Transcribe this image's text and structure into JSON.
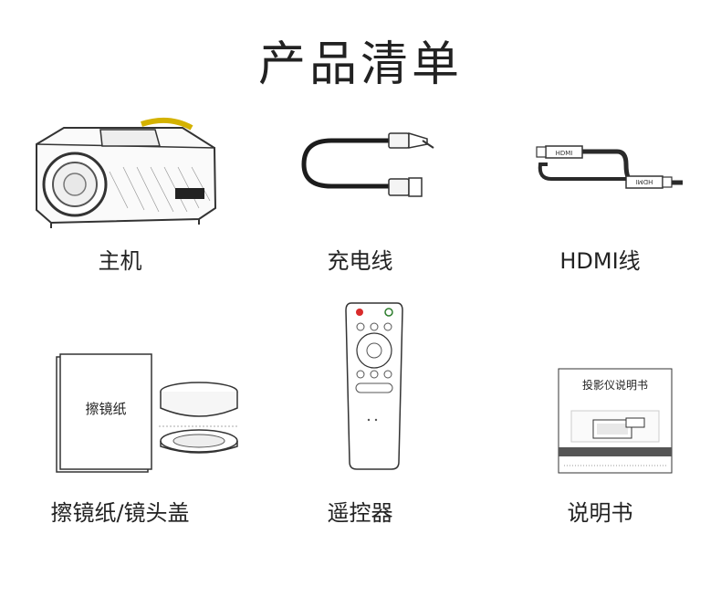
{
  "title": "产品清单",
  "items": [
    {
      "label": "主机",
      "icon": "projector-icon"
    },
    {
      "label": "充电线",
      "icon": "power-cable-icon"
    },
    {
      "label": "HDMI线",
      "icon": "hdmi-cable-icon",
      "cable_text": "HDMI"
    },
    {
      "label": "擦镜纸/镜头盖",
      "icon": "lens-cloth-and-cap-icon",
      "paper_text": "擦镜纸"
    },
    {
      "label": "遥控器",
      "icon": "remote-control-icon"
    },
    {
      "label": "说明书",
      "icon": "manual-icon",
      "manual_title": "投影仪说明书"
    }
  ]
}
